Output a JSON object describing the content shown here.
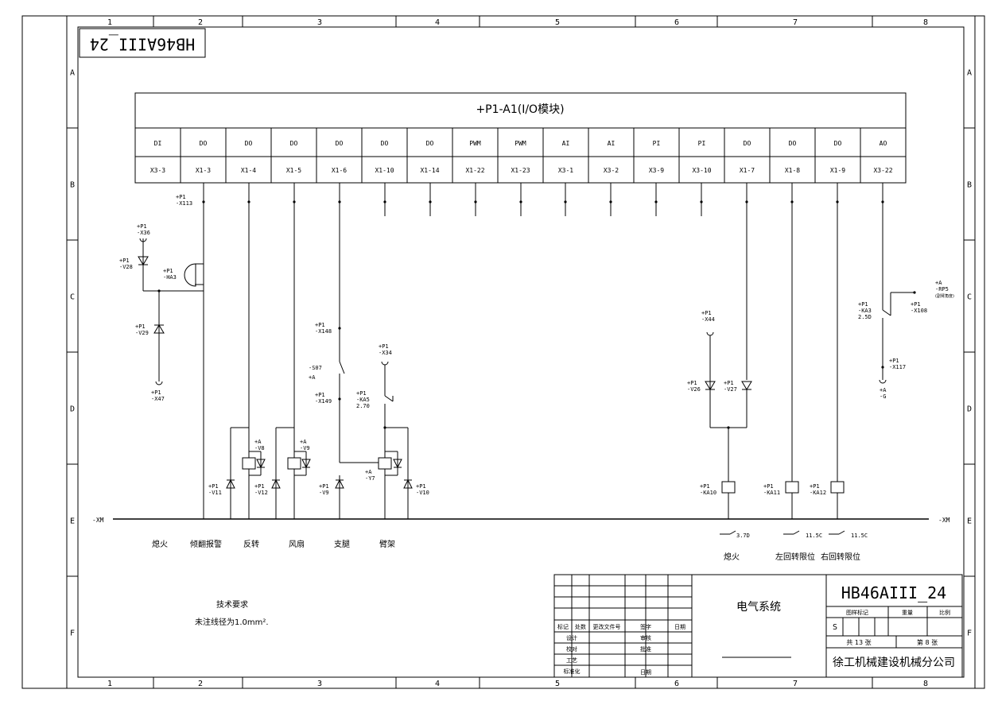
{
  "drawing_number_rotated": "HB46AIII_24",
  "zone_columns": [
    "1",
    "2",
    "3",
    "4",
    "5",
    "6",
    "7",
    "8"
  ],
  "zone_rows": [
    "A",
    "B",
    "C",
    "D",
    "E",
    "F"
  ],
  "module": {
    "title": "+P1-A1(I/O模块)",
    "signal_types": [
      "DI",
      "DO",
      "DO",
      "DO",
      "DO",
      "DO",
      "DO",
      "PWM",
      "PWM",
      "AI",
      "AI",
      "PI",
      "PI",
      "DO",
      "DO",
      "DO",
      "AO"
    ],
    "pins": [
      "X3-3",
      "X1-3",
      "X1-4",
      "X1-5",
      "X1-6",
      "X1-10",
      "X1-14",
      "X1-22",
      "X1-23",
      "X3-1",
      "X3-2",
      "X3-9",
      "X3-10",
      "X1-7",
      "X1-8",
      "X1-9",
      "X3-22"
    ]
  },
  "components": {
    "x313": "+P1\n-X113",
    "x36": "+P1\n-X36",
    "v28": "+P1\n-V28",
    "ha3": "+P1\n-HA3",
    "v29": "+P1\n-V29",
    "x47": "+P1\n-X47",
    "x148": "+P1\n-X148",
    "s07": "-S07\n+A",
    "x149": "+P1\n-X149",
    "x34": "+P1\n-X34",
    "ka5": "+P1\n-KA5",
    "ka5_rating": "2.70",
    "v8": "+A\n-V8",
    "v9b": "+A\n-V9",
    "y7": "+A\n-Y7",
    "v11": "+P1\n-V11",
    "v12": "+P1\n-V12",
    "v9": "+P1\n-V9",
    "v10": "+P1\n-V10",
    "x44": "+P1\n-X44",
    "v26": "+P1\n-V26",
    "v27": "+P1\n-V27",
    "ka10": "+P1\n-KA10",
    "ka11": "+P1\n-KA11",
    "ka12": "+P1\n-KA12",
    "ka3": "+P1\n-KA3",
    "ka3_rating": "2.5D",
    "x108": "+P1\n-X108",
    "x117": "+P1\n-X117",
    "g": "+A\n-G",
    "rp5": "+A\n-RP5",
    "rp5_note": "(副臂角度)"
  },
  "bus_label": "-XM",
  "function_labels": [
    "熄火",
    "倾翻报警",
    "反转",
    "风扇",
    "支腿",
    "臂架"
  ],
  "relay_contacts": {
    "ka10": "3.7D",
    "ka11": "11.5C",
    "ka12": "11.5C"
  },
  "right_function_labels": [
    "熄火",
    "左回转限位",
    "右回转限位"
  ],
  "notes": {
    "title": "技术要求",
    "text": "未注线径为1.0mm²."
  },
  "title_block": {
    "drawing_number": "HB46AIII_24",
    "drawing_name": "电气系统",
    "company": "徐工机械建设机械分公司",
    "headers": [
      "标记",
      "处数",
      "更改文件号",
      "签字",
      "日期"
    ],
    "roles": [
      "设计",
      "校对",
      "工艺",
      "标准化"
    ],
    "roles_right": [
      "审核",
      "批准",
      "日期"
    ],
    "stage_headers": [
      "图样标记",
      "重量",
      "比例"
    ],
    "stage_value": "S",
    "total_sheets": "共 13 张",
    "sheet_no": "第 8 张"
  }
}
